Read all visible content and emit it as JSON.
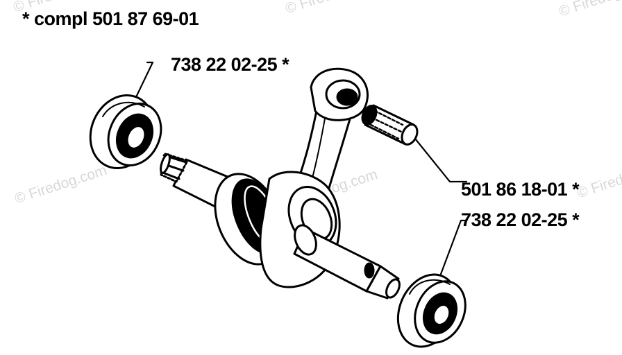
{
  "assembly": {
    "label": "*  compl 501 87 69-01"
  },
  "parts": [
    {
      "label": "738 22 02-25  *"
    },
    {
      "label": "501 86 18-01  *"
    },
    {
      "label": "738 22 02-25  *"
    }
  ],
  "watermark": "© Firedog.com",
  "colors": {
    "ink": "#000000",
    "watermark": "#d8d8d8",
    "background": "#ffffff"
  }
}
